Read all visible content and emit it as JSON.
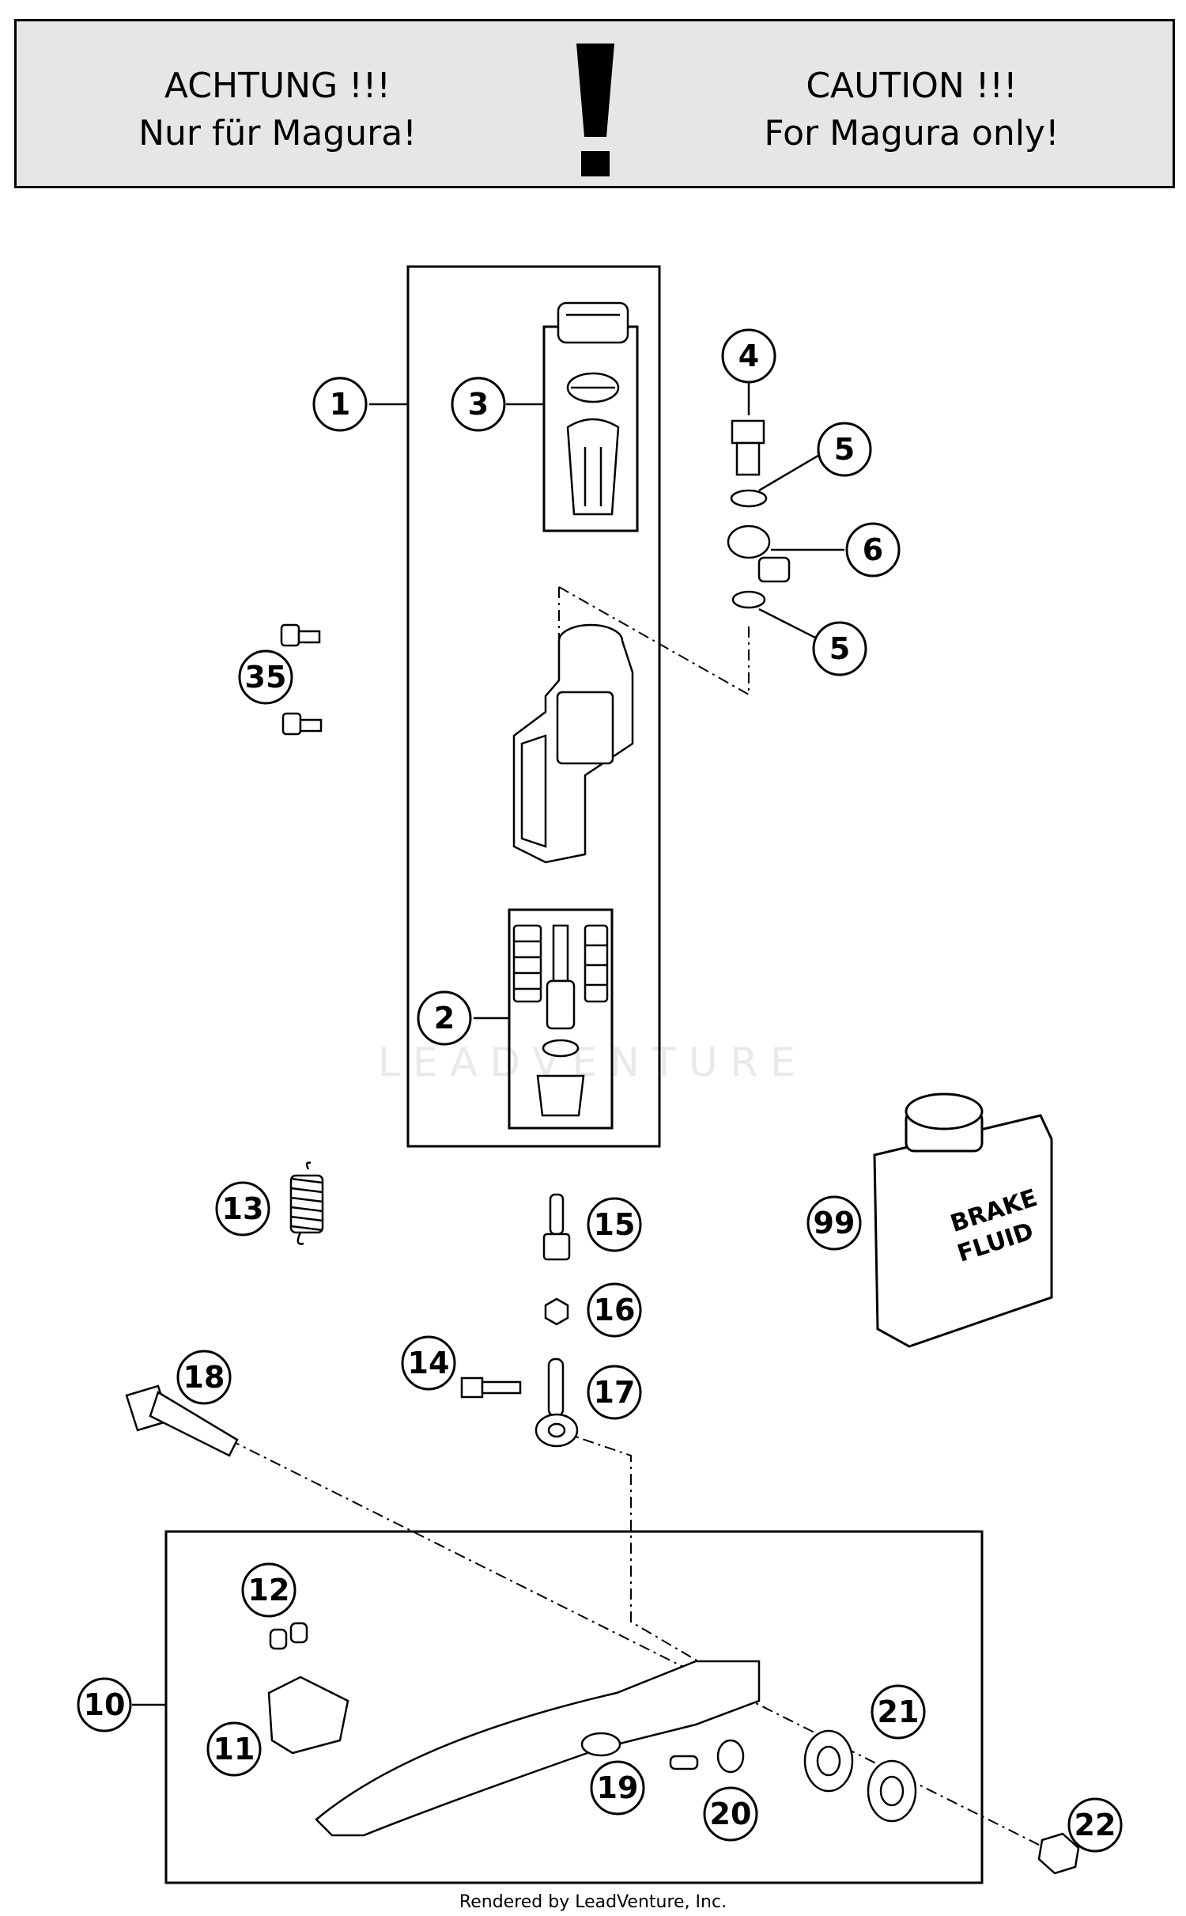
{
  "warning": {
    "german_line1": "ACHTUNG !!!",
    "german_line2": "Nur für Magura!",
    "english_line1": "CAUTION !!!",
    "english_line2": "For Magura only!"
  },
  "callouts": [
    "1",
    "2",
    "3",
    "4",
    "5",
    "5",
    "6",
    "35",
    "13",
    "15",
    "16",
    "99",
    "14",
    "17",
    "18",
    "12",
    "10",
    "11",
    "19",
    "20",
    "21",
    "22"
  ],
  "fluid_label_line1": "BRAKE",
  "fluid_label_line2": "FLUID",
  "watermark": "LEADVENTURE",
  "footer": "Rendered by LeadVenture, Inc."
}
